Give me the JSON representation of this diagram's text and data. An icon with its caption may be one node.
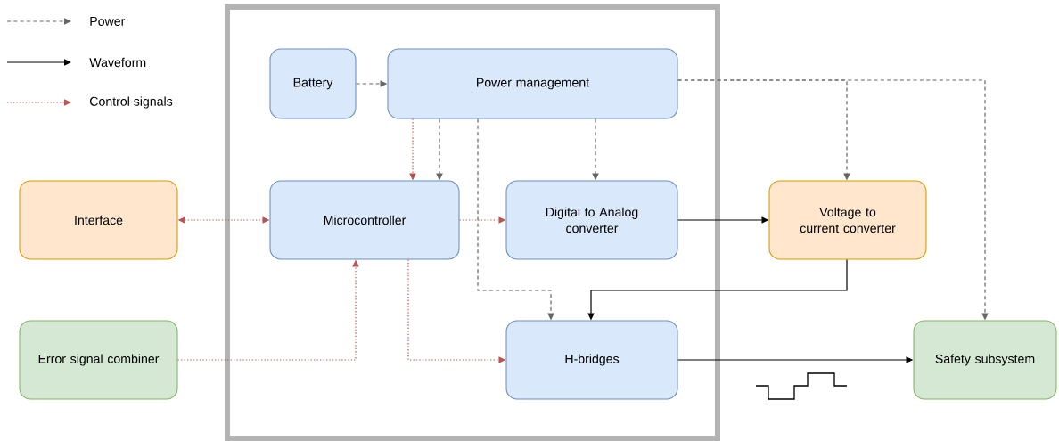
{
  "diagram": {
    "nodes": [
      {
        "text": [
          "Battery"
        ]
      },
      {
        "text": [
          "Power management"
        ]
      },
      {
        "text": [
          "Interface"
        ]
      },
      {
        "text": [
          "Microcontroller"
        ]
      },
      {
        "text": [
          "Digital to Analog converter"
        ]
      },
      {
        "text": [
          "Voltage to current converter"
        ]
      },
      {
        "text": [
          "Error signal combiner"
        ]
      },
      {
        "text": [
          "H-bridges"
        ]
      },
      {
        "text": [
          "Safety subsystem"
        ]
      }
    ],
    "edges": [
      {
        "from": 0,
        "to": 1,
        "arrow": "to",
        "style": "dashed",
        "color": "#666666"
      },
      {
        "from": 1,
        "to": 3,
        "arrow": "to",
        "style": "dashed",
        "color": "#b85450"
      },
      {
        "from": 1,
        "to": 3,
        "arrow": "to",
        "style": "dashed",
        "color": "#666666"
      },
      {
        "from": 1,
        "to": 4,
        "arrow": "to",
        "style": "dashed",
        "color": "#666666"
      },
      {
        "from": 1,
        "to": 7,
        "arrow": "to",
        "style": "dashed",
        "color": "#666666"
      },
      {
        "from": 1,
        "to": 5,
        "arrow": "to",
        "style": "dashed",
        "color": "#666666"
      },
      {
        "from": 1,
        "to": 8,
        "arrow": "to",
        "style": "dashed",
        "color": "#666666"
      },
      {
        "from": 2,
        "to": 3,
        "arrow": "both",
        "style": "dashed",
        "color": "#b85450"
      },
      {
        "from": 3,
        "to": 4,
        "arrow": "to",
        "style": "dashed",
        "color": "#b85450"
      },
      {
        "from": 3,
        "to": 7,
        "arrow": "to",
        "style": "dashed",
        "color": "#b85450"
      },
      {
        "from": 6,
        "to": 3,
        "arrow": "to",
        "style": "dashed",
        "color": "#b85450"
      },
      {
        "from": 4,
        "to": 5,
        "arrow": "to",
        "color": "#000000"
      },
      {
        "from": 5,
        "to": 7,
        "arrow": "to",
        "color": "#000000"
      },
      {
        "from": 7,
        "to": 8,
        "arrow": "to",
        "color": "#000000"
      }
    ],
    "legend": [
      {
        "text": "Power"
      },
      {
        "text": "Waveform"
      },
      {
        "text": "Control signals"
      }
    ]
  }
}
